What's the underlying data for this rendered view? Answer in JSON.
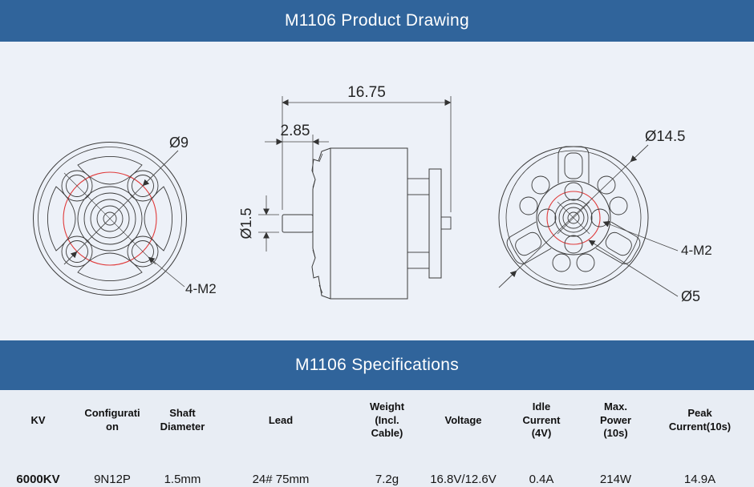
{
  "header": {
    "title": "M1106 Product Drawing"
  },
  "specs_header": {
    "title": "M1106 Specifications"
  },
  "colors": {
    "banner_bg": "#30649B",
    "drawing_bg": "#EDF1F8",
    "table_bg": "#E8EDF4",
    "line": "#3A3A3A",
    "bolt_circle_red": "#E03A3A",
    "title_text": "#FFFFFF"
  },
  "drawing": {
    "front_view": {
      "bolt_circle_dia": "Ø9",
      "screws": "4-M2"
    },
    "side_view": {
      "length": "16.75",
      "bell_offset": "2.85",
      "shaft_dia": "Ø1.5"
    },
    "rear_view": {
      "outer_dia": "Ø14.5",
      "screws": "4-M2",
      "bolt_circle_dia": "Ø5"
    }
  },
  "spec_table": {
    "headers": [
      "KV",
      "Configurati\non",
      "Shaft\nDiameter",
      "Lead",
      "Weight\n(Incl.\nCable)",
      "Voltage",
      "Idle\nCurrent\n(4V)",
      "Max.\nPower\n(10s)",
      "Peak\nCurrent(10s)"
    ],
    "row": [
      "6000KV",
      "9N12P",
      "1.5mm",
      "24# 75mm",
      "7.2g",
      "16.8V/12.6V",
      "0.4A",
      "214W",
      "14.9A"
    ]
  }
}
